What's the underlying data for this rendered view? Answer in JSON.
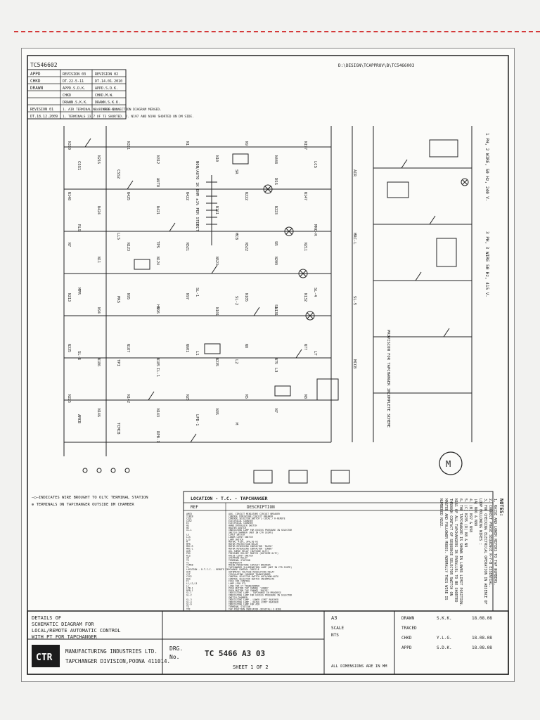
{
  "colors": {
    "ink": "#222222",
    "accent": "#d43a3a",
    "paper": "#fbfbf9",
    "logo_bg": "#1c1c1c"
  },
  "header": {
    "doc_id": "TC546602",
    "path": "D:\\DESIGN\\TCAPPROV\\B\\TC5466003"
  },
  "revision_block": {
    "appd": "APPD",
    "chkd": "CHKD",
    "drawn": "DRAWN",
    "revisions": [
      {
        "desc": "1. AIR TERMINAL N448 MADE NO.",
        "dated": "DT.22-5-11",
        "rev": "REVISION 03",
        "appd": "APPD.S.D.K.",
        "chkd": "CHKD",
        "drawn": "DRAWN.S.K.K."
      },
      {
        "desc": "1. TERMINALS 23,7 OF T3 SHORTED. 2. N197 AND N198 SHORTED ON DM SIDE.",
        "dated": "DT.14.01.2010",
        "rev": "REVISION 02",
        "appd": "APPD.S.D.K.",
        "chkd": "CHKD.M.W.",
        "drawn": "DRAWN.S.K.K."
      },
      {
        "desc": "1. INTER-CONNECTION DIAGRAM MERGED.",
        "dated": "DT.18.12.2009",
        "rev": "REVISION 01",
        "appd": "",
        "chkd": "",
        "drawn": ""
      }
    ]
  },
  "supply_labels": {
    "single_phase": "1 PH, 2 WIRE, 50 Hz, 240 V.",
    "three_phase": "3 PH, 3 WIRE 50 Hz, 415 V.",
    "provision": "PROVISION FOR TAPCHANGER INCOMPLETE SCHEME",
    "tap_step": "1K OHM ±1% PER STEP",
    "wire_note_1": "—○—INDICATES WIRE BROUGHT TO OLTC TERMINAL STATION",
    "wire_note_2": "⊕ TERMINALS ON TAPCHANGER OUTSIDE DM CHAMBER"
  },
  "wire_labels": [
    "N310",
    "N216",
    "N311",
    "N312",
    "N1",
    "N10",
    "N9",
    "N448",
    "N197",
    "N148",
    "N424",
    "N425",
    "N421",
    "N422",
    "N161",
    "N222",
    "N223",
    "N147",
    "N7",
    "N11",
    "N123",
    "N124",
    "N521",
    "N523",
    "N522",
    "N209",
    "N211",
    "N213",
    "N94",
    "N95",
    "N96",
    "N97",
    "N101",
    "N105",
    "N131",
    "N132",
    "N335",
    "N186",
    "N187",
    "N185",
    "N601",
    "N235",
    "N8",
    "N75",
    "N77",
    "N225",
    "N146",
    "N142",
    "N143",
    "N25",
    "N35",
    "N5",
    "N7",
    "N8"
  ],
  "components": [
    "CSS1",
    "CSS2",
    "AUTO",
    "NON/AUTO",
    "SR",
    "DSS",
    "LCS",
    "AIR",
    "RLS",
    "LLS",
    "TPS",
    "CCT",
    "MCB",
    "SR",
    "MRC-R",
    "MRC-L",
    "MPR",
    "PRS",
    "HS",
    "SL-1",
    "SL-2",
    "SL-3",
    "SL-4",
    "SL-5",
    "SL-6",
    "TPI",
    "IL-1",
    "L1",
    "L2",
    "L3",
    "LT",
    "MCCB",
    "AMCB",
    "TCMCB",
    "RPB-1",
    "LPB-1",
    "M"
  ],
  "notes": {
    "title": "NOTES:",
    "items": [
      "1. RAISE AND LOWER REFERS TO TAP NUMBERS.",
      "2. CORRECT PHASE SEQUENCE R-Y-B ESSENTIAL.",
      "3. FOR CHECKING ELECTRICAL OPERATION IN ABSENCE OF",
      "   LOOP FOLLOWING WIRES :",
      "   (A) N86 & N88",
      "4. (B) N97 & N98",
      "5. (C) N235 (D) N8 & N9",
      "6. THE TAPCHANGER IS SHOWN IN LOWER LIMIT POSITION.",
      "   N161 OF ALL TAPCHANGERS IN PARALLEL TO BE SHORTED",
      "   THROUGH CONTACT OF SEQUENCE SELECTOR SWITCH ON",
      "   MASTER AND FOLLOWER MODES. NORMALLY THIS WIRE IS",
      "   NUMBERED N522."
    ]
  },
  "legend": {
    "location_heading": "LOCATION - T.C. - TAPCHANGER",
    "ref_header": "REF",
    "desc_header": "DESCRIPTION",
    "rows": [
      [
        "AMCB",
        "AUX. CIRCUIT MINIATURE CIRCUIT BREAKER"
      ],
      [
        "TCMCB",
        "CONTROL MINIATURE CIRCUIT BREAKER"
      ],
      [
        "CSS1",
        "CONTROL SELECTOR SWITCH L-LOCAL / R-REMOTE"
      ],
      [
        "CSS2",
        "ELECTRICAL COUNTER"
      ],
      [
        "EC",
        "ELECTRICAL COUNTER"
      ],
      [
        "HS",
        "HAND INTERLOCK SWITCH"
      ],
      [
        "HS",
        "HEATER SWITCH"
      ],
      [
        "IL-1",
        "INDICATING LAMP FOR EXCESS PRESSURE IN SELECTOR"
      ],
      [
        "",
        "SWITCH CHAMBER (NOT IN CTR SCOPE)"
      ],
      [
        "LS",
        "LIMIT SWITCH"
      ],
      [
        "LLS",
        "LOWER LIMIT SWITCH"
      ],
      [
        "LCS",
        "LAMP SWITCH"
      ],
      [
        "M",
        "MOTOR, 415V, 3PH,50 Hz"
      ],
      [
        "MPR",
        "MOTOR PROTECTION RELAY"
      ],
      [
        "MRC-R",
        "MOTOR REVERSING CONTACTOR 'RAISE'"
      ],
      [
        "MRC-L",
        "MOTOR REVERSING CONTACTOR 'LOWER'"
      ],
      [
        "OSR",
        "OIL SURGE RELAY (OUTSIDE OLTC)"
      ],
      [
        "PRS",
        "PRESSURE RELIEF SWITCH (OUTSIDE OLTC)"
      ],
      [
        "RLS",
        "RAISE LIMIT SWITCH"
      ],
      [
        "SR",
        "STEPPING RELAY"
      ],
      [
        "TS",
        "TERMINAL STATION"
      ],
      [
        "T1",
        "THERMOSTAT"
      ],
      [
        "TCMCB",
        "MAINS MINIATURE CIRCUIT BREAKER"
      ],
      [
        "TL",
        "TAPCHANGER ILLUMINATION LAMP (NOT IN CTR SCOPE)"
      ],
      [
        "LOCATION - R.T.C.C. - REMOTE TAPCHANGE CONTROL CUBICLE",
        ""
      ],
      [
        "AIR",
        "AUTOMATIC VOLTAGE REGULATING RELAY"
      ],
      [
        "CCT",
        "CIRCULATING CURRENT TRANSFORMER"
      ],
      [
        "CSS2",
        "CONTROL SELECTOR SWITCH AUTO/NON-AUTO"
      ],
      [
        "DSS",
        "CONTROL SELECTOR SWITCH INCOMPLETE"
      ],
      [
        "F1",
        "FUSE FOR CONTROL"
      ],
      [
        "L1,L2,L3",
        "LAMP (FOR PT)"
      ],
      [
        "L1",
        "LINK FOR CT TRANSFORMER"
      ],
      [
        "LPB-1",
        "PUSH BUTTON TAP CHANGE 'LOWER'"
      ],
      [
        "RPB-1",
        "PUSH BUTTON TAP CHANGE 'RAISE'"
      ],
      [
        "SL-1",
        "INDICATING LAMP - TAPCHANGE IN PROGRESS"
      ],
      [
        "SL-2",
        "INDICATING LAMP FOR EXCESS PRESSURE IN SELECTOR"
      ],
      [
        "",
        "SWITCH CHAMBER"
      ],
      [
        "SL-3",
        "INDICATING LAMP - LOWER LIMIT REACHED"
      ],
      [
        "SL-4",
        "INDICATING LAMP - RAISE LIMIT REACHED"
      ],
      [
        "SL-6",
        "INDICATING LAMP FOR AIR"
      ],
      [
        "TS",
        "TERMINAL STATION"
      ],
      [
        "TPI",
        "TAP POSITION INDICATOR (DIGITAL) 3 WIRE"
      ]
    ]
  },
  "title_block": {
    "details_lines": [
      "DETAILS OF",
      "SCHEMATIC DIAGRAM FOR",
      "LOCAL/REMOTE AUTOMATIC CONTROL",
      "WITH PT FOR TAPCHANGER"
    ],
    "logo_text": "CTR",
    "company_lines": [
      "MANUFACTURING INDUSTRIES LTD.",
      "TAPCHANGER DIVISION,POONA 411014."
    ],
    "dwg_label": "DRG.",
    "no_label": "No.",
    "dwg_number": "TC 5466 A3 03",
    "sheet": "SHEET 1 OF 2",
    "size": "A3",
    "scale_label": "SCALE",
    "scale_value": "NTS",
    "drawn_label": "DRAWN",
    "drawn_by": "S.K.K.",
    "drawn_date": "18.08.08",
    "traced_label": "TRACED",
    "chkd_label": "CHKD",
    "chkd_by": "Y.L.G.",
    "chkd_date": "18.08.08",
    "appd_label": "APPD",
    "appd_by": "S.D.K.",
    "appd_date": "18.08.08",
    "dims_note": "ALL DIMENSIONS ARE IN MM"
  }
}
